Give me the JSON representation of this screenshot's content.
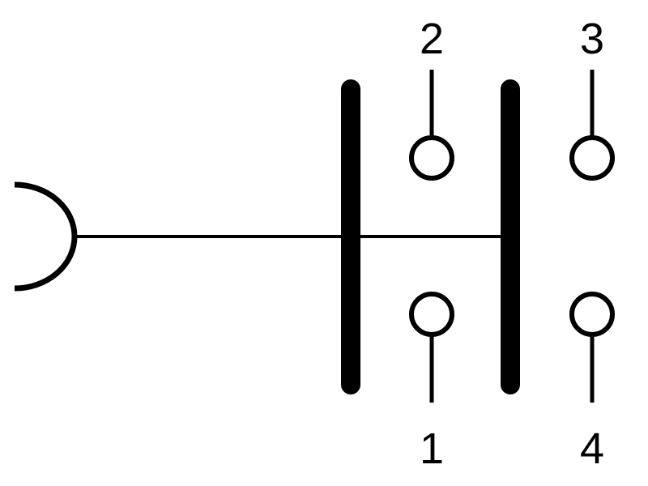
{
  "diagram": {
    "terminals": [
      {
        "id": "2",
        "label": "2"
      },
      {
        "id": "3",
        "label": "3"
      },
      {
        "id": "1",
        "label": "1"
      },
      {
        "id": "4",
        "label": "4"
      }
    ],
    "colors": {
      "stroke": "#000000",
      "background": "#ffffff"
    }
  }
}
